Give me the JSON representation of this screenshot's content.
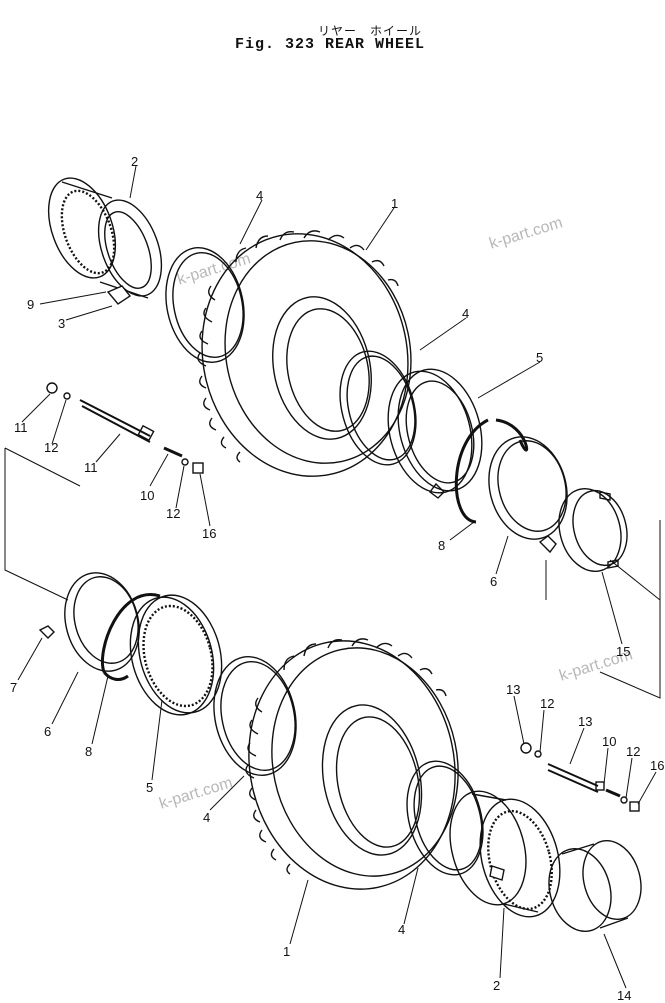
{
  "figure": {
    "title_jp": "リヤー　ホイール",
    "title_en": "Fig. 323   REAR  WHEEL"
  },
  "watermarks": [
    "k-part.com",
    "k-part.com",
    "k-part.com",
    "k-part.com"
  ],
  "callouts": {
    "c1a": "1",
    "c2a": "2",
    "c3": "3",
    "c4a": "4",
    "c4b": "4",
    "c5a": "5",
    "c6a": "6",
    "c8a": "8",
    "c9": "9",
    "c11a": "11",
    "c11b": "11",
    "c12a": "12",
    "c10a": "10",
    "c12b": "12",
    "c16a": "16",
    "c15": "15",
    "c7": "7",
    "c6b": "6",
    "c8b": "8",
    "c5b": "5",
    "c4c": "4",
    "c1b": "1",
    "c4d": "4",
    "c2b": "2",
    "c13a": "13",
    "c12c": "12",
    "c13b": "13",
    "c10b": "10",
    "c12d": "12",
    "c16b": "16",
    "c14": "14"
  }
}
